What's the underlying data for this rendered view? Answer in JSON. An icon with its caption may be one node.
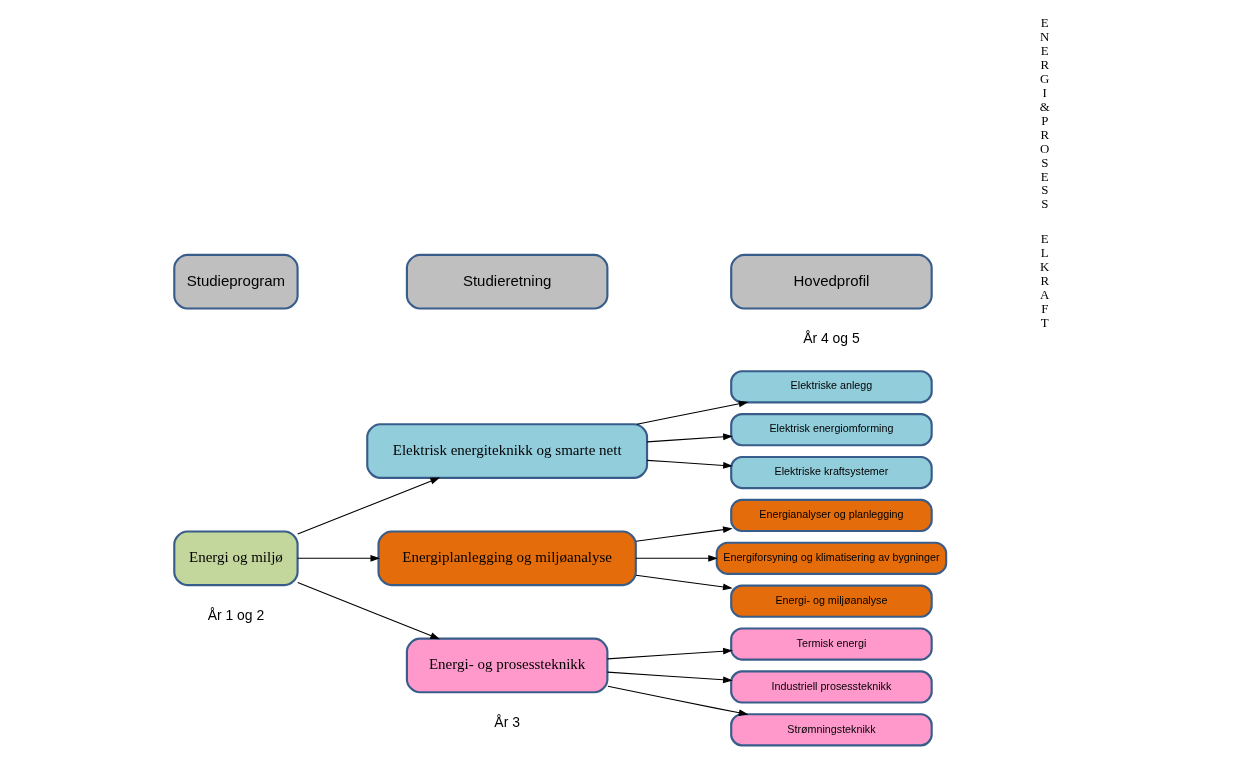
{
  "diagram": {
    "nodes": [
      {
        "text": [
          "Studieprogram"
        ]
      },
      {
        "text": [
          "Studieretning"
        ]
      },
      {
        "text": [
          "Hovedprofil"
        ]
      },
      {
        "text": [
          "Energi og miljø"
        ]
      },
      {
        "text": [
          "Elektrisk energiteknikk og smarte nett"
        ]
      },
      {
        "text": [
          "Energiplanlegging og miljøanalyse"
        ]
      },
      {
        "text": [
          "Energi- og prosessteknikk"
        ]
      },
      {
        "text": [
          "Elektriske anlegg"
        ]
      },
      {
        "text": [
          "Elektrisk energiomforming"
        ]
      },
      {
        "text": [
          "Elektriske kraftsystemer"
        ]
      },
      {
        "text": [
          "Energianalyser og planlegging"
        ]
      },
      {
        "text": [
          "Energiforsyning og klimatisering av bygninger"
        ]
      },
      {
        "text": [
          "Energi- og miljøanalyse"
        ]
      },
      {
        "text": [
          "Termisk energi"
        ]
      },
      {
        "text": [
          "Industriell prosessteknikk"
        ]
      },
      {
        "text": [
          "Strømningsteknikk"
        ]
      }
    ],
    "edges": [
      {
        "from": 3,
        "to": 4,
        "arrow": "to"
      },
      {
        "from": 3,
        "to": 5,
        "arrow": "to"
      },
      {
        "from": 3,
        "to": 6,
        "arrow": "to"
      },
      {
        "from": 4,
        "to": 7,
        "arrow": "to"
      },
      {
        "from": 4,
        "to": 8,
        "arrow": "to"
      },
      {
        "from": 4,
        "to": 9,
        "arrow": "to"
      },
      {
        "from": 5,
        "to": 10,
        "arrow": "to"
      },
      {
        "from": 5,
        "to": 11,
        "arrow": "to"
      },
      {
        "from": 5,
        "to": 12,
        "arrow": "to"
      },
      {
        "from": 6,
        "to": 13,
        "arrow": "to"
      },
      {
        "from": 6,
        "to": 14,
        "arrow": "to"
      },
      {
        "from": 6,
        "to": 15,
        "arrow": "to"
      }
    ],
    "labels": [
      "ELKRAFT",
      "ENERGI&PROSESS",
      "År 1 og 2",
      "År 3",
      "År 4 og 5"
    ]
  }
}
